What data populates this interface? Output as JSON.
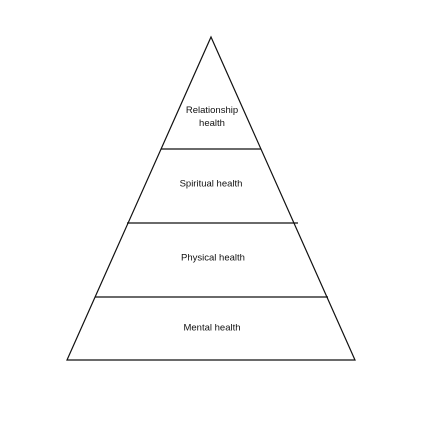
{
  "diagram": {
    "type": "pyramid",
    "tiers_top_to_bottom": [
      {
        "label": "Relationship\nhealth"
      },
      {
        "label": "Spiritual health"
      },
      {
        "label": "Physical health"
      },
      {
        "label": "Mental health"
      }
    ],
    "colors": {
      "stroke": "#111111",
      "fill": "#ffffff"
    }
  }
}
